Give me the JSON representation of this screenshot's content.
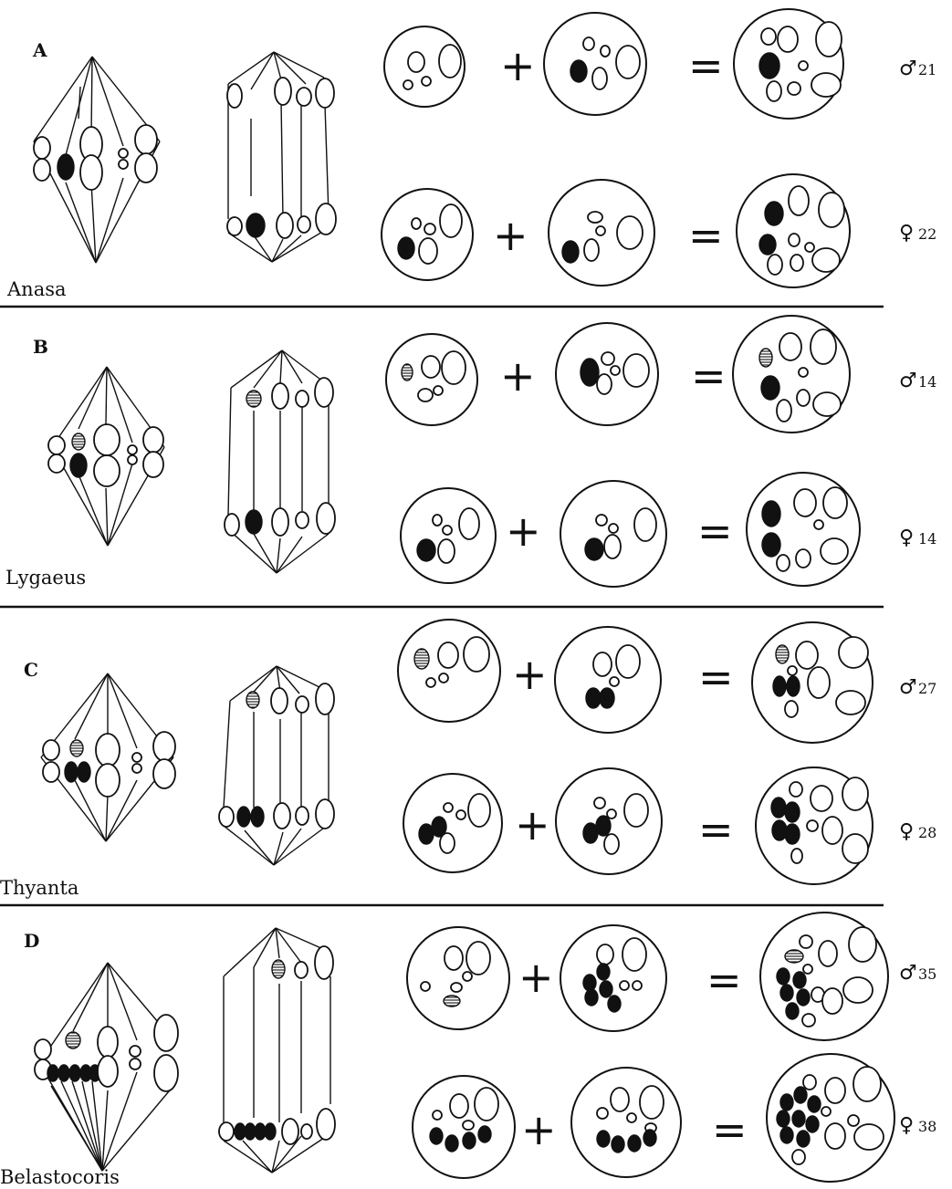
{
  "panels": [
    {
      "letter": "A",
      "name": "Anasa",
      "male": {
        "symbol": "♂",
        "count": "21"
      },
      "female": {
        "symbol": "♀",
        "count": "22"
      },
      "operators": {
        "plus": "+",
        "equals": "="
      }
    },
    {
      "letter": "B",
      "name": "Lygaeus",
      "male": {
        "symbol": "♂",
        "count": "14"
      },
      "female": {
        "symbol": "♀",
        "count": "14"
      },
      "operators": {
        "plus": "+",
        "equals": "="
      }
    },
    {
      "letter": "C",
      "name": "Thyanta",
      "male": {
        "symbol": "♂",
        "count": "27"
      },
      "female": {
        "symbol": "♀",
        "count": "28"
      },
      "operators": {
        "plus": "+",
        "equals": "="
      }
    },
    {
      "letter": "D",
      "name": "Belastocoris",
      "male": {
        "symbol": "♂",
        "count": "35"
      },
      "female": {
        "symbol": "♀",
        "count": "38"
      },
      "operators": {
        "plus": "+",
        "equals": "="
      }
    }
  ]
}
